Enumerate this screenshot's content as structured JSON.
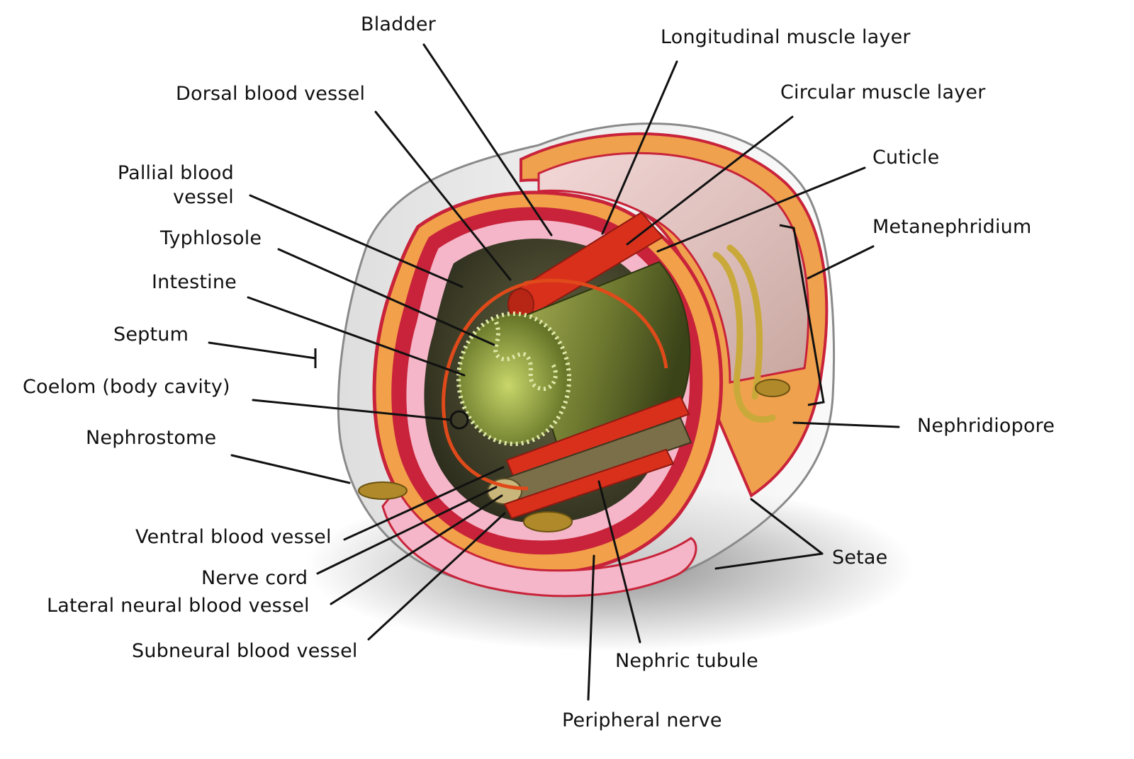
{
  "diagram": {
    "labels": {
      "bladder": "Bladder",
      "longitudinal_muscle": "Longitudinal muscle layer",
      "dorsal_vessel": "Dorsal blood vessel",
      "circular_muscle": "Circular muscle layer",
      "cuticle": "Cuticle",
      "pallial_vessel_line1": "Pallial blood",
      "pallial_vessel_line2": "vessel",
      "metanephridium": "Metanephridium",
      "typhlosole": "Typhlosole",
      "intestine": "Intestine",
      "septum": "Septum",
      "coelom": "Coelom (body cavity)",
      "nephridiopore": "Nephridiopore",
      "nephrostome": "Nephrostome",
      "ventral_vessel": "Ventral blood vessel",
      "setae": "Setae",
      "nerve_cord": "Nerve cord",
      "lateral_neural_vessel": "Lateral neural blood vessel",
      "subneural_vessel": "Subneural blood vessel",
      "nephric_tubule": "Nephric tubule",
      "peripheral_nerve": "Peripheral nerve"
    },
    "colors": {
      "outer_shell": "#e8e8e8",
      "outer_shell_edge": "#8a8a8a",
      "orange_layer": "#f2a04a",
      "red_muscle": "#c8233a",
      "pink_layer": "#f4b6c8",
      "cavity": "#4a4a2e",
      "intestine_green": "#7d8a3a",
      "intestine_dark": "#3f4a1a",
      "vessel_red": "#d9301c",
      "nerve_tan": "#8a7a50",
      "nephridium_yellow": "#c9a93a",
      "leader_line": "#111111"
    }
  }
}
